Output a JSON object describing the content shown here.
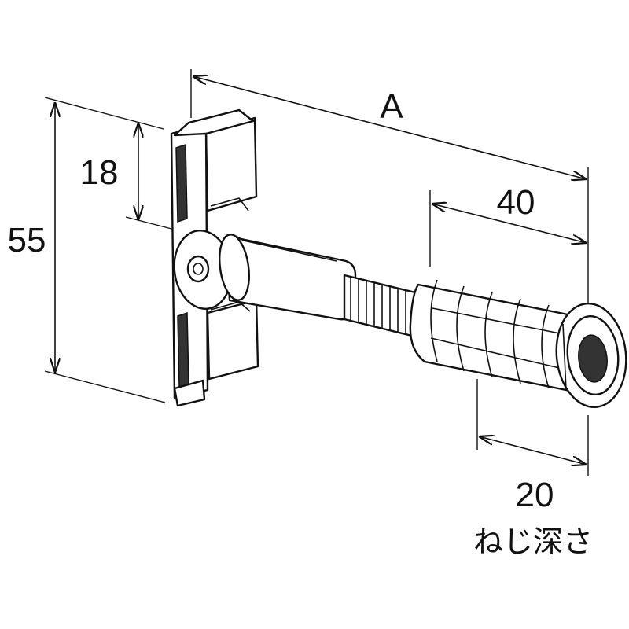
{
  "dimensions": {
    "overall_length": {
      "label": "A"
    },
    "total_height": {
      "label": "55"
    },
    "slot_height": {
      "label": "18"
    },
    "sleeve_length": {
      "label": "40"
    },
    "thread_depth": {
      "label": "20",
      "caption": "ねじ深さ"
    }
  }
}
